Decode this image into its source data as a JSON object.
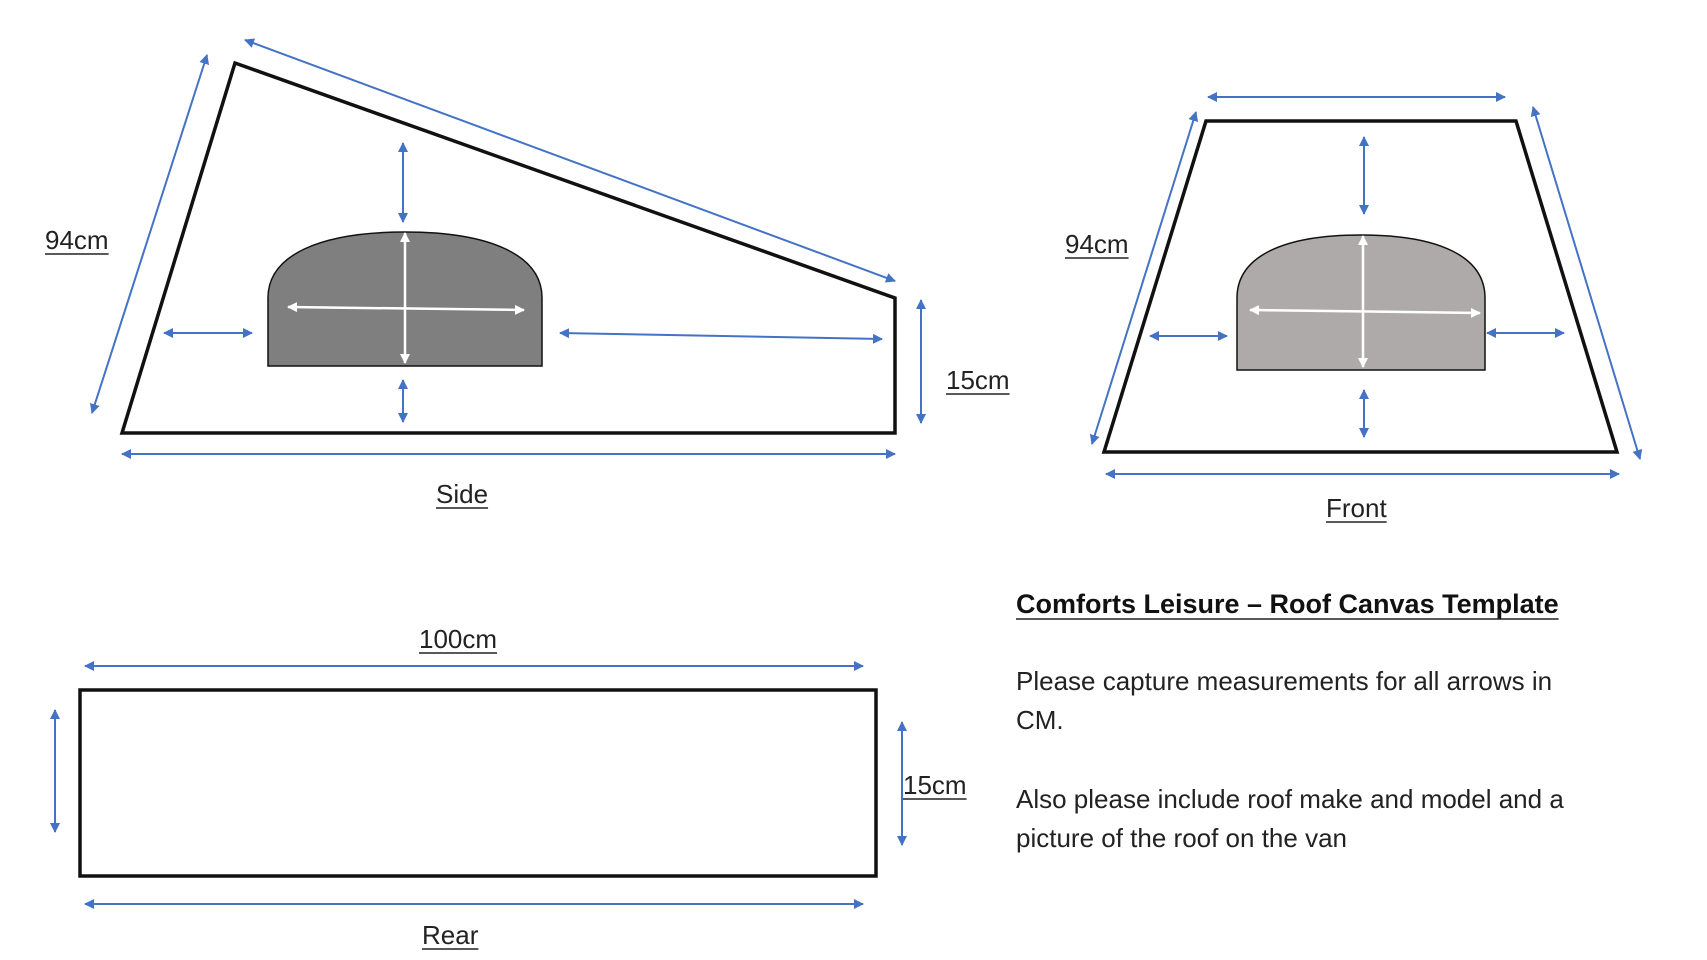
{
  "colors": {
    "outline": "#111111",
    "arrow": "#4472C4",
    "side_window": "#7f7f7f",
    "front_window": "#aeaaaa",
    "inner_arrow": "#ffffff"
  },
  "views": {
    "side": {
      "caption": "Side",
      "slope_label": "94cm",
      "end_label": "15cm"
    },
    "front": {
      "caption": "Front",
      "slope_label": "94cm"
    },
    "rear": {
      "caption": "Rear",
      "width_label": "100cm",
      "height_label": "15cm"
    }
  },
  "instructions": {
    "title": "Comforts Leisure – Roof Canvas Template",
    "para1_line1": "Please capture measurements for all arrows in",
    "para1_line2": "CM.",
    "para2_line1": "Also please include roof make and model and a",
    "para2_line2": "picture of the roof on the van"
  }
}
